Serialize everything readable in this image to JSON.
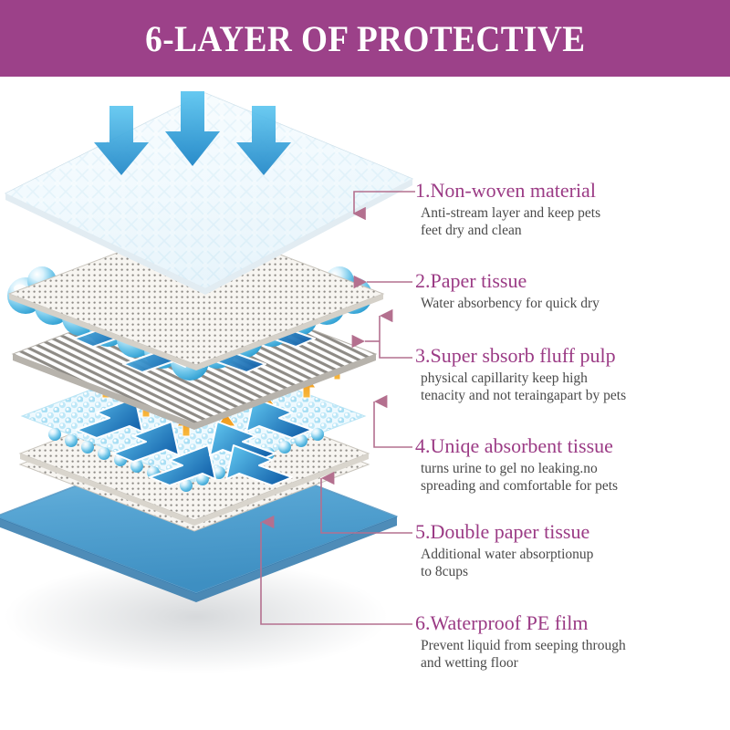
{
  "header": {
    "title": "6-LAYER OF PROTECTIVE",
    "bg_color": "#9C4189",
    "text_color": "#FFFFFF"
  },
  "theme": {
    "accent": "#9B3B85",
    "leader_line": "#B4708F",
    "body_text": "#4A4A4A",
    "bubble_blue": "#4FB6E8",
    "arrow_blue_dark": "#1F7FC4",
    "arrow_orange": "#F5A623",
    "base_layer_blue": "#5CA9D6",
    "background": "#FFFFFF"
  },
  "callouts": [
    {
      "number": "1.",
      "title": "1.Non-woven material",
      "lines": [
        "Anti-stream layer and keep pets",
        "feet dry and clean"
      ]
    },
    {
      "number": "2.",
      "title": "2.Paper tissue",
      "lines": [
        "Water absorbency for quick dry"
      ]
    },
    {
      "number": "3.",
      "title": "3.Super sbsorb fluff  pulp",
      "lines": [
        "physical capillarity keep high",
        "tenacity and not teraingapart by pets"
      ]
    },
    {
      "number": "4.",
      "title": "4.Uniqe absorbent tissue",
      "lines": [
        "turns urine to gel no leaking.no",
        "spreading and comfortable for pets"
      ]
    },
    {
      "number": "5.",
      "title": "5.Double paper tissue",
      "lines": [
        "Additional water absorptionup",
        "to 8cups"
      ]
    },
    {
      "number": "6.",
      "title": "6.Waterproof  PE film",
      "lines": [
        "Prevent liquid from seeping through",
        "and wetting floor"
      ]
    }
  ],
  "illustration": {
    "alt": "exploded isometric view of six stacked pet-pad layers",
    "layers": [
      {
        "index": 1,
        "name": "non-woven-quilted-top-sheet",
        "style": "quilted diamond-embossed white sheet with blue down arrows"
      },
      {
        "index": 2,
        "name": "paper-tissue-dotted-sheet",
        "style": "thin perforated dotted tissue sheet"
      },
      {
        "index": 3,
        "name": "super-absorb-fluff-pulp",
        "style": "large glossy water bubbles over striped pulp sheet"
      },
      {
        "index": 4,
        "name": "unique-absorbent-tissue",
        "style": "small gel bead mesh with orange up arrows"
      },
      {
        "index": 5,
        "name": "double-paper-tissue",
        "style": "double perforated dotted tissue sheet"
      },
      {
        "index": 6,
        "name": "waterproof-pe-film",
        "style": "solid blue rounded base film"
      }
    ],
    "arrows": {
      "down_arrow_label": "liquid flowing down",
      "up_arrow_label": "moisture locked / wicking up",
      "out_arrow_label": "spreading outward"
    }
  }
}
